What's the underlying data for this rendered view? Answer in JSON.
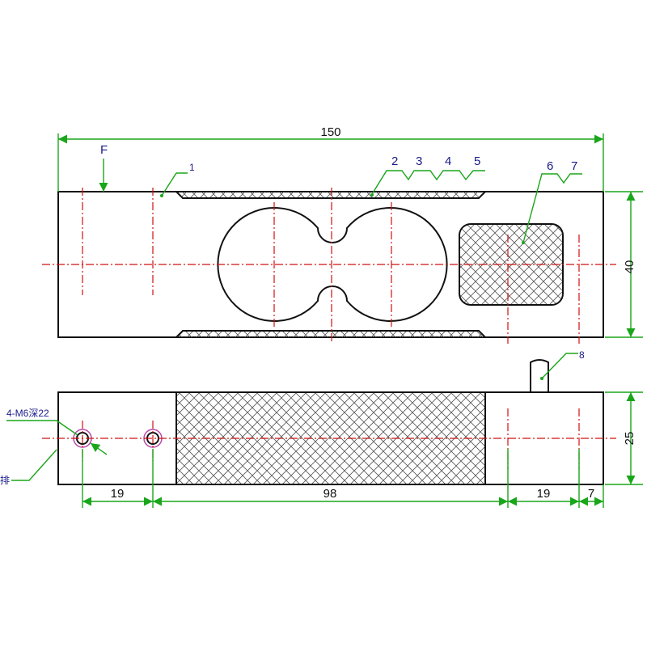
{
  "drawing": {
    "dimensions": {
      "overall_length": "150",
      "height_top_view": "40",
      "height_side_view": "25",
      "left_hole_spacing": "19",
      "middle_span": "98",
      "right_hole_spacing": "19",
      "right_end": "7"
    },
    "labels": {
      "force": "F",
      "callout_1": "1",
      "callout_2": "2",
      "callout_3": "3",
      "callout_4": "4",
      "callout_5": "5",
      "callout_6": "6",
      "callout_7": "7",
      "callout_8": "8",
      "thread_note": "4-M6深22",
      "left_edge_note": "排"
    },
    "colors": {
      "dimension": "#1aa61a",
      "centerline": "#d01010",
      "outline": "#111111",
      "callout_text": "#1a1a8a"
    }
  }
}
